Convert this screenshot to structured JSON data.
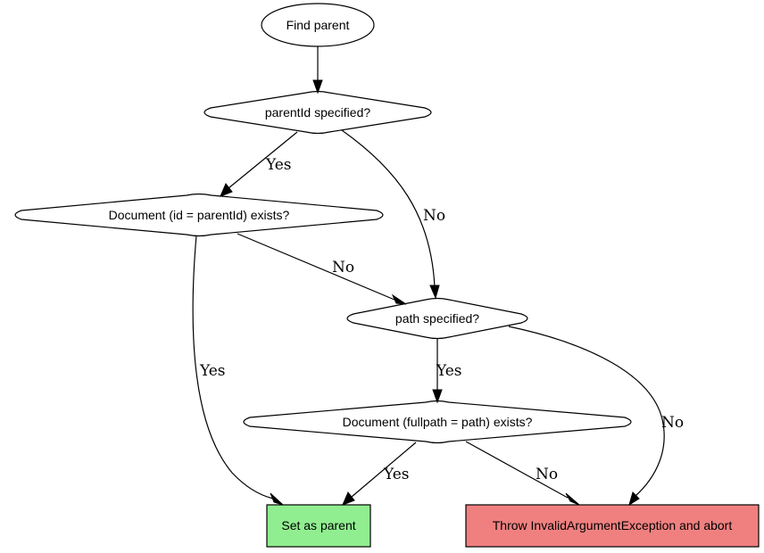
{
  "diagram": {
    "nodes": {
      "find_parent": {
        "label": "Find parent",
        "shape": "ellipse",
        "fill": "#ffffff"
      },
      "parentid_specified": {
        "label": "parentId specified?",
        "shape": "diamond",
        "fill": "#ffffff"
      },
      "document_id_exists": {
        "label": "Document (id = parentId) exists?",
        "shape": "diamond",
        "fill": "#ffffff"
      },
      "path_specified": {
        "label": "path specified?",
        "shape": "diamond",
        "fill": "#ffffff"
      },
      "document_fullpath_exists": {
        "label": "Document (fullpath = path) exists?",
        "shape": "diamond",
        "fill": "#ffffff"
      },
      "set_as_parent": {
        "label": "Set as parent",
        "shape": "box",
        "fill": "#90ee90"
      },
      "throw_exception": {
        "label": "Throw InvalidArgumentException and abort",
        "shape": "box",
        "fill": "#f08080"
      }
    },
    "edges": [
      {
        "from": "find_parent",
        "to": "parentid_specified",
        "label": ""
      },
      {
        "from": "parentid_specified",
        "to": "document_id_exists",
        "label": "Yes"
      },
      {
        "from": "parentid_specified",
        "to": "path_specified",
        "label": "No"
      },
      {
        "from": "document_id_exists",
        "to": "path_specified",
        "label": "No"
      },
      {
        "from": "document_id_exists",
        "to": "set_as_parent",
        "label": "Yes"
      },
      {
        "from": "path_specified",
        "to": "document_fullpath_exists",
        "label": "Yes"
      },
      {
        "from": "path_specified",
        "to": "throw_exception",
        "label": "No"
      },
      {
        "from": "document_fullpath_exists",
        "to": "set_as_parent",
        "label": "Yes"
      },
      {
        "from": "document_fullpath_exists",
        "to": "throw_exception",
        "label": "No"
      }
    ]
  }
}
